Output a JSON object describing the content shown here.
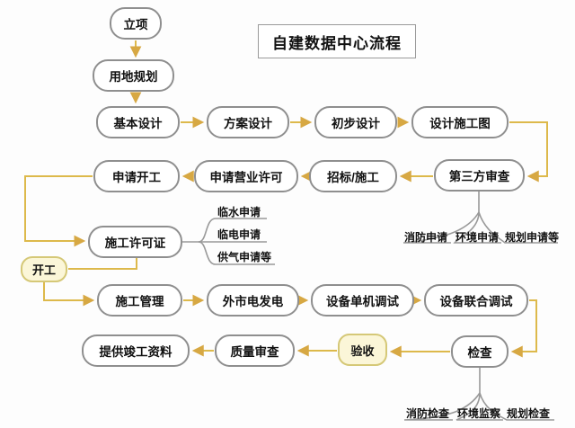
{
  "title": "自建数据中心流程",
  "nodes": {
    "project_initiation": "立项",
    "land_planning": "用地规划",
    "basic_design": "基本设计",
    "scheme_design": "方案设计",
    "preliminary_design": "初步设计",
    "construction_drawings": "设计施工图",
    "apply_start_work": "申请开工",
    "apply_business_license": "申请营业许可",
    "bidding_construction": "招标/施工",
    "third_party_review": "第三方审查",
    "construction_permit": "施工许可证",
    "start_work": "开工",
    "construction_management": "施工管理",
    "external_power": "外市电发电",
    "equipment_standalone_test": "设备单机调试",
    "equipment_joint_test": "设备联合调试",
    "completion_documents": "提供竣工资料",
    "quality_review": "质量审查",
    "acceptance": "验收",
    "inspection": "检查"
  },
  "permit_items": [
    "临水申请",
    "临电申请",
    "供气申请等"
  ],
  "review_items": [
    "消防申请",
    "环境申请",
    "规划申请等"
  ],
  "inspection_items": [
    "消防检查",
    "环境监察",
    "规划检查"
  ],
  "colors": {
    "connector": "#ddb94b",
    "arrowhead": "#d7a843",
    "node_border": "#8f8f8f",
    "node_fill": "#ffffff",
    "highlight_fill": "#fbf6d8",
    "highlight_border": "#d5c877",
    "tree_line": "#999999",
    "text": "#111111"
  }
}
